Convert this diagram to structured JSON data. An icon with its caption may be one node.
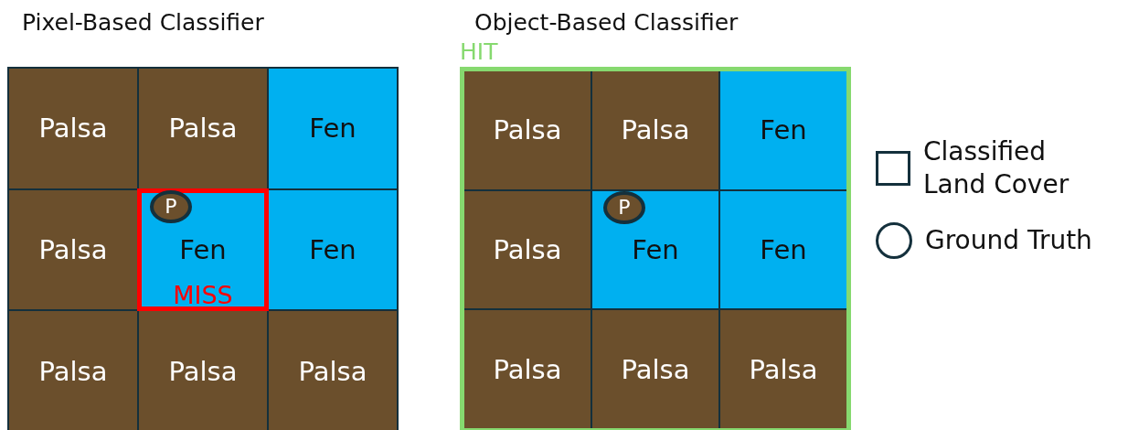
{
  "diagram": {
    "nodes": [
      {
        "text": [
          "Pixel-Based Classifier"
        ]
      },
      {
        "text": [
          "Palsa"
        ],
        "in": 0
      },
      {
        "text": [
          "Palsa"
        ],
        "in": 0
      },
      {
        "text": [
          "Fen"
        ],
        "in": 0
      },
      {
        "text": [
          "Palsa"
        ],
        "in": 0
      },
      {
        "text": [
          "Fen",
          "MISS"
        ],
        "in": 0
      },
      {
        "text": [
          "P"
        ],
        "in": 5
      },
      {
        "text": [
          "Fen"
        ],
        "in": 0
      },
      {
        "text": [
          "Palsa"
        ],
        "in": 0
      },
      {
        "text": [
          "Palsa"
        ],
        "in": 0
      },
      {
        "text": [
          "Palsa"
        ],
        "in": 0
      },
      {
        "text": [
          "Object-Based Classifier",
          "HIT"
        ]
      },
      {
        "text": [
          "Palsa"
        ],
        "in": 11
      },
      {
        "text": [
          "Palsa"
        ],
        "in": 11
      },
      {
        "text": [
          "Fen"
        ],
        "in": 11
      },
      {
        "text": [
          "Palsa"
        ],
        "in": 11
      },
      {
        "text": [
          "Fen"
        ],
        "in": 11
      },
      {
        "text": [
          "P"
        ],
        "in": 16
      },
      {
        "text": [
          "Fen"
        ],
        "in": 11
      },
      {
        "text": [
          "Palsa"
        ],
        "in": 11
      },
      {
        "text": [
          "Palsa"
        ],
        "in": 11
      },
      {
        "text": [
          "Palsa"
        ],
        "in": 11
      }
    ],
    "legend": [
      {
        "text": "Classified Land Cover"
      },
      {
        "text": "Ground Truth"
      }
    ]
  }
}
